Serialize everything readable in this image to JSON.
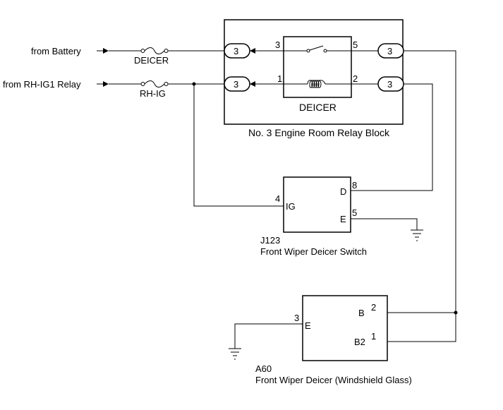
{
  "inputs": {
    "battery": "from Battery",
    "rh_ig1": "from RH-IG1 Relay"
  },
  "fuses": {
    "deicer": "DEICER",
    "rh_ig": "RH-IG"
  },
  "relay_block": {
    "name": "No. 3 Engine Room Relay Block",
    "relay_label": "DEICER",
    "connector_number": "3",
    "pins": {
      "switch_in": "3",
      "switch_out": "5",
      "coil_in": "1",
      "coil_out": "2"
    }
  },
  "switch_j123": {
    "code": "J123",
    "name": "Front Wiper Deicer Switch",
    "terminals": {
      "ig": {
        "label": "IG",
        "pin": "4"
      },
      "d": {
        "label": "D",
        "pin": "8"
      },
      "e": {
        "label": "E",
        "pin": "5"
      }
    }
  },
  "deicer_a60": {
    "code": "A60",
    "name": "Front Wiper Deicer (Windshield Glass)",
    "terminals": {
      "e": {
        "label": "E",
        "pin": "3"
      },
      "b": {
        "label": "B",
        "pin": "2"
      },
      "b2": {
        "label": "B2",
        "pin": "1"
      }
    }
  }
}
